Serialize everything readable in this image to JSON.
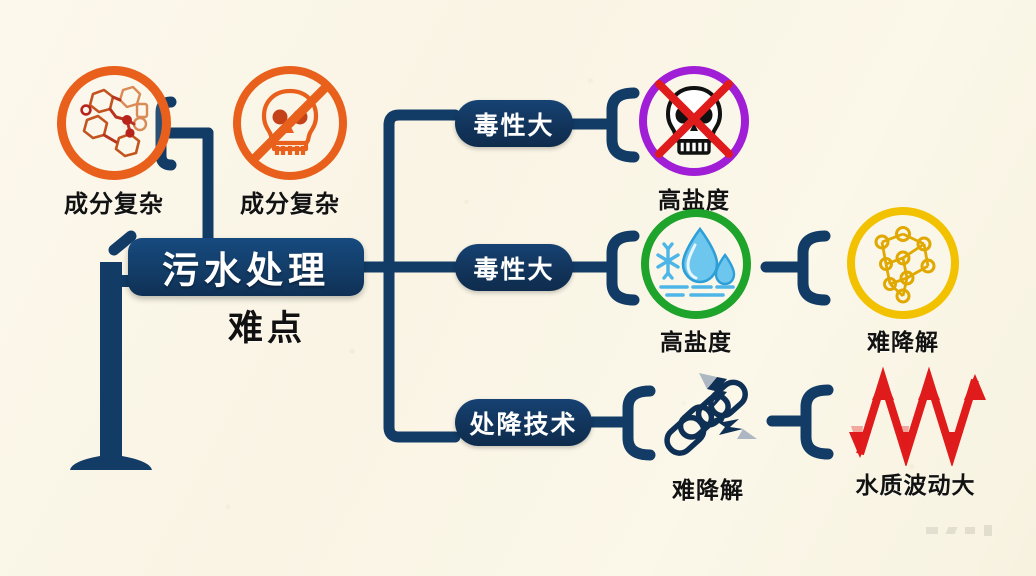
{
  "palette": {
    "background": "#fbf7e9",
    "navy": "#123c66",
    "navy_dark": "#0e2c4d",
    "orange": "#e8601c",
    "purple": "#a01fd6",
    "green": "#1ea32b",
    "gold": "#f2c100",
    "red": "#e01b1b",
    "blue_water": "#4db5e8",
    "text_dark": "#111111",
    "text_light": "#ffffff"
  },
  "center": {
    "title": "污水处理",
    "subtitle": "难点"
  },
  "left_nodes": [
    {
      "id": "composition-molecule",
      "label": "成分复杂",
      "icon": "molecule-ring-icon",
      "ring_color": "#e8601c"
    },
    {
      "id": "composition-toxic-skull",
      "label": "成分复杂",
      "icon": "no-skull-icon",
      "ring_color": "#e8601c"
    }
  ],
  "branches": [
    {
      "id": "branch-toxicity-top",
      "pill": "毒性大",
      "node": {
        "label": "高盐度",
        "icon": "skull-crossed-out-icon",
        "ring_color": "#a01fd6"
      }
    },
    {
      "id": "branch-toxicity-middle",
      "pill": "毒性大",
      "node": {
        "label": "高盐度",
        "icon": "water-drop-snowflake-icon",
        "ring_color": "#1ea32b"
      }
    },
    {
      "id": "branch-treatment-tech",
      "pill": "处降技术",
      "node": {
        "label": "难降解",
        "icon": "broken-chain-icon",
        "ring_color": "none"
      }
    }
  ],
  "right_nodes": [
    {
      "id": "hard-degrade-molecule",
      "label": "难降解",
      "icon": "molecular-network-icon",
      "ring_color": "#f2c100"
    },
    {
      "id": "water-quality-fluctuation",
      "label": "水质波动大",
      "icon": "zigzag-arrows-icon",
      "ring_color": "none"
    }
  ]
}
